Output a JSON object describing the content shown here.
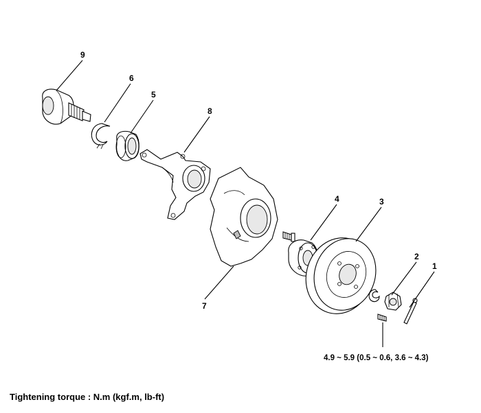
{
  "callouts": {
    "c1": "1",
    "c2": "2",
    "c3": "3",
    "c4": "4",
    "c5": "5",
    "c6": "6",
    "c7": "7",
    "c8": "8",
    "c9": "9"
  },
  "torque_spec": "4.9 ~ 5.9 (0.5 ~ 0.6, 3.6 ~ 4.3)",
  "footer": "Tightening torque : N.m (kgf.m, lb-ft)"
}
